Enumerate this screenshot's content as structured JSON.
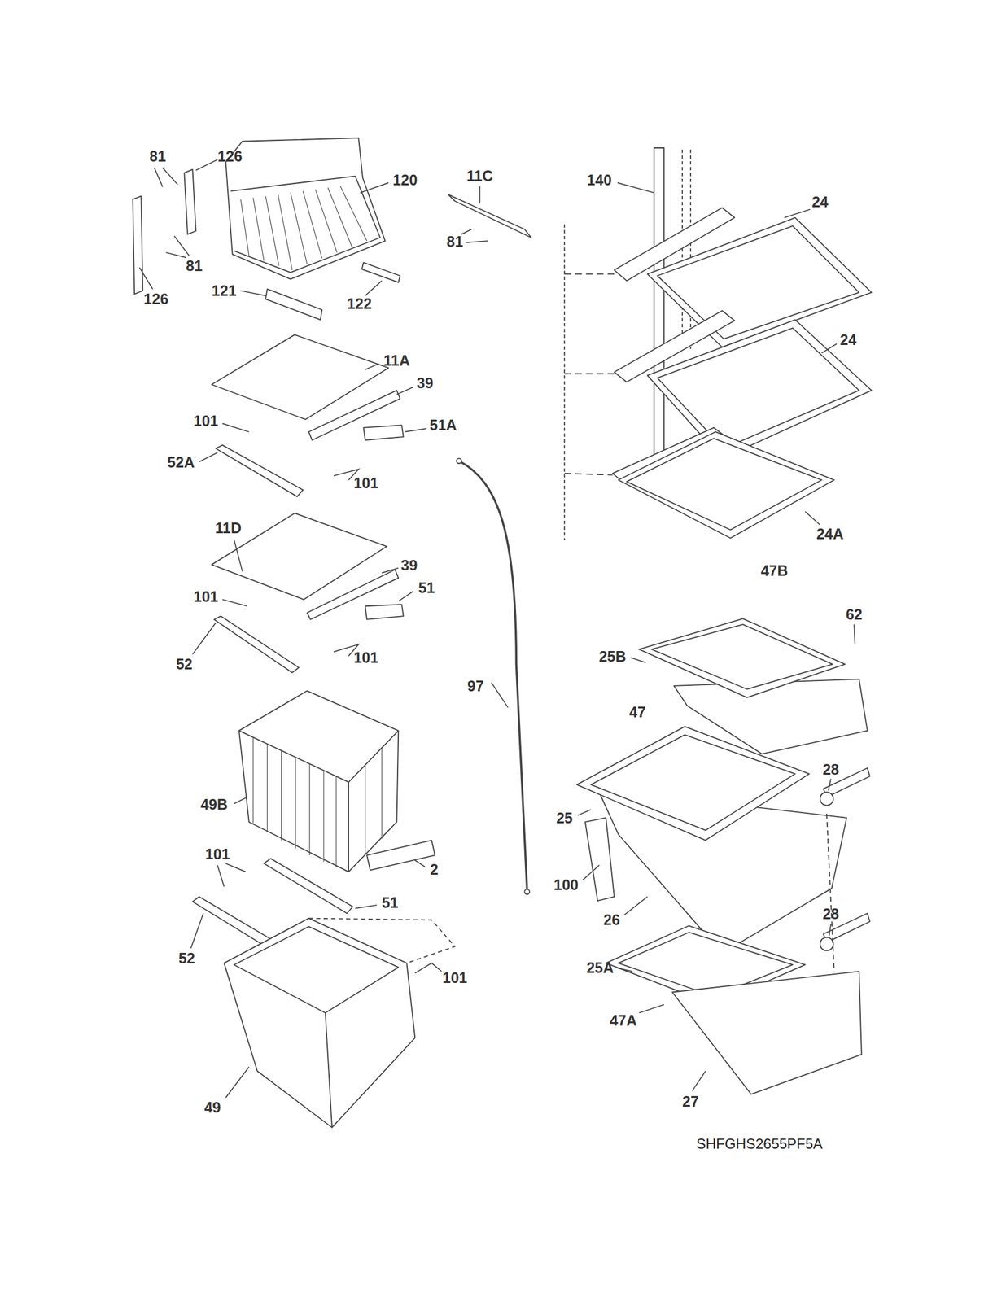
{
  "diagram": {
    "labels": [
      "81",
      "126",
      "120",
      "11C",
      "140",
      "24",
      "81",
      "81",
      "126",
      "121",
      "122",
      "11A",
      "24",
      "39",
      "101",
      "51A",
      "52A",
      "101",
      "11D",
      "24A",
      "47B",
      "39",
      "101",
      "51",
      "62",
      "101",
      "52",
      "25B",
      "97",
      "47",
      "49B",
      "28",
      "25",
      "2",
      "101",
      "100",
      "26",
      "51",
      "28",
      "52",
      "101",
      "25A",
      "47A",
      "49",
      "27",
      "SHFGHS2655PF5A"
    ]
  }
}
